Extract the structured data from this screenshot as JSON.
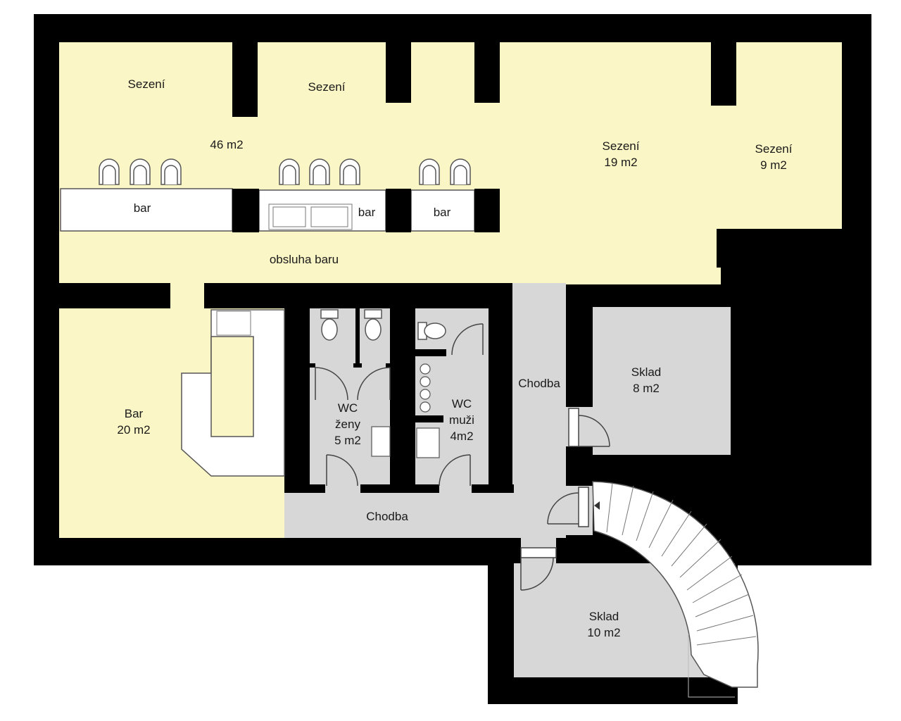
{
  "colors": {
    "wall": "#000000",
    "yellow": "#fbf6c5",
    "gray": "#d6d7d6",
    "white": "#ffffff",
    "fixture": "#555555"
  },
  "icons": [
    "armchair-icon",
    "toilet-icon",
    "sink-icon",
    "door-swing-icon",
    "spiral-staircase-icon",
    "entrance-arrow-icon"
  ],
  "labels": {
    "sezeni_1": "Sezení",
    "sezeni_2": "Sezení",
    "area_46": "46 m2",
    "sezeni_3": "Sezení",
    "area_19": "19 m2",
    "sezeni_4": "Sezení",
    "area_9": "9 m2",
    "bar_1": "bar",
    "bar_2": "bar",
    "bar_3": "bar",
    "obsluha": "obsluha baru",
    "bar_room": "Bar",
    "area_20": "20 m2",
    "wc_1": "WC",
    "zeny": "ženy",
    "area_5": "5 m2",
    "wc_2": "WC",
    "muzi": "muži",
    "area_4": "4m2",
    "chodba_1": "Chodba",
    "sklad_1": "Sklad",
    "area_8": "8 m2",
    "chodba_2": "Chodba",
    "sklad_2": "Sklad",
    "area_10": "10 m2"
  }
}
